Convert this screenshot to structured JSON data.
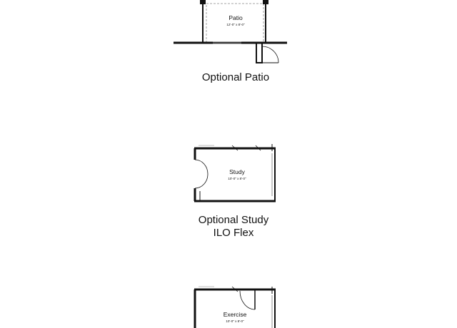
{
  "plans": [
    {
      "room_name": "Patio",
      "room_dimensions": "12'-0\" x 8'-0\"",
      "caption_lines": [
        "Optional Patio"
      ]
    },
    {
      "room_name": "Study",
      "room_dimensions": "10'-0\" x 8'-0\"",
      "caption_lines": [
        "Optional Study",
        "ILO Flex"
      ]
    },
    {
      "room_name": "Exercise",
      "room_dimensions": "10'-0\" x 8'-0\"",
      "caption_lines": []
    }
  ],
  "colors": {
    "wall": "#111111",
    "dashed_line": "#888888",
    "text": "#111111",
    "background": "#ffffff"
  }
}
